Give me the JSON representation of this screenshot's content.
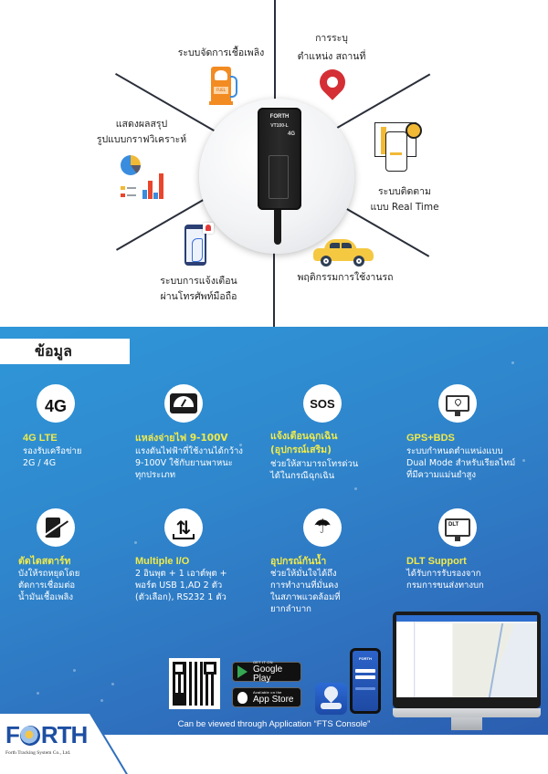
{
  "top": {
    "device": {
      "brand": "FORTH",
      "model": "VT100-L",
      "network": "4G"
    },
    "features": [
      {
        "id": "fuel",
        "label": "ระบบจัดการเชื้อเพลิง",
        "icon": "fuel-pump-icon",
        "color": "#f28b22"
      },
      {
        "id": "location",
        "label_line1": "การระบุ",
        "label_line2": "ตำแหน่ง สถานที่",
        "icon": "location-pin-icon",
        "color": "#d42f35"
      },
      {
        "id": "report",
        "label_line1": "แสดงผลสรุป",
        "label_line2": "รูปแบบกราฟวิเคราะห์",
        "icon": "analytics-chart-icon"
      },
      {
        "id": "realtime",
        "label_line1": "ระบบติดตาม",
        "label_line2": "แบบ Real Time",
        "icon": "map-phone-compass-icon"
      },
      {
        "id": "alert",
        "label_line1": "ระบบการแจ้งเตือน",
        "label_line2": "ผ่านโทรศัพท์มือถือ",
        "icon": "phone-alert-icon"
      },
      {
        "id": "behavior",
        "label": "พฤติกรรมการใช้งานรถ",
        "icon": "car-icon",
        "color": "#f5c842"
      }
    ]
  },
  "specs": {
    "section_title": "ข้อมูล",
    "items": [
      {
        "title": "4G LTE",
        "desc": "รองรับเครือข่าย\n2G / 4G",
        "icon": "4g-icon",
        "icon_text": "4G"
      },
      {
        "title": "แหล่งจ่ายไฟ 9-100V",
        "desc": "แรงดันไฟฟ้าที่ใช้งานได้กว้าง\n9-100V ใช้กับยานพาหนะ\nทุกประเภท",
        "icon": "voltmeter-icon"
      },
      {
        "title": "แจ้งเตือนฉุกเฉิน\n(อุปกรณ์เสริม)",
        "desc": "ช่วยให้สามารถโทรด่วน\nได้ในกรณีฉุกเฉิน",
        "icon": "sos-icon",
        "icon_text": "SOS"
      },
      {
        "title": "GPS+BDS",
        "desc": "ระบบกำหนดตำแหน่งแบบ\nDual Mode สำหรับเรียลไทม์\nที่มีความแม่นยำสูง",
        "icon": "monitor-location-icon"
      },
      {
        "title": "ตัดไดสตาร์ท",
        "desc": "บังให้รถหยุดโดย\nตัดการเชื่อมต่อ\nน้ำมันเชื้อเพลิง",
        "icon": "fuel-cut-icon"
      },
      {
        "title": "Multiple I/O",
        "desc": "2 อินพุต + 1 เอาต์พุต +\nพอร์ต USB 1,AD 2 ตัว\n(ตัวเลือก), RS232 1 ตัว",
        "icon": "input-output-icon",
        "icon_text": "⇅"
      },
      {
        "title": "อุปกรณ์กันน้ำ",
        "desc": "ช่วยให้มั่นใจได้ถึง\nการทำงานที่มั่นคง\nในสภาพแวดล้อมที่\nยากลำบาก",
        "icon": "umbrella-rain-icon",
        "icon_text": "☂"
      },
      {
        "title": "DLT Support",
        "desc": "ได้รับการรับรองจาก\nกรมการขนส่งทางบก",
        "icon": "dlt-monitor-icon",
        "icon_text": "DLT"
      }
    ],
    "title_color": "#f0ea4a"
  },
  "apps": {
    "google_play": {
      "small": "GET IT ON",
      "big": "Google Play"
    },
    "app_store": {
      "small": "Available on the",
      "big": "App Store"
    },
    "phone_logo": "FORTH",
    "caption": "Can be viewed through Application “FTS Console”"
  },
  "footer": {
    "logo_left": "F",
    "logo_right": "RTH",
    "company": "Forth Tracking System Co., Ltd."
  },
  "colors": {
    "blue_start": "#2f97d8",
    "blue_end": "#2b5daf",
    "accent_yellow": "#f0ea4a",
    "brand_blue": "#1d4fa2"
  }
}
